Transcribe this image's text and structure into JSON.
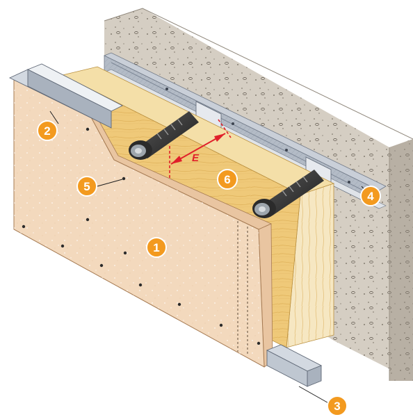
{
  "figure": {
    "callouts": [
      {
        "id": "1",
        "label": "1"
      },
      {
        "id": "2",
        "label": "2"
      },
      {
        "id": "3",
        "label": "3"
      },
      {
        "id": "4",
        "label": "4"
      },
      {
        "id": "5",
        "label": "5"
      },
      {
        "id": "6",
        "label": "6"
      }
    ],
    "dimension_label": "E"
  },
  "colors": {
    "callout_fill": "#f39a1f",
    "dimension_red": "#e0202a",
    "concrete": "#cfc8bd",
    "board": "#f4dcc3",
    "insulation": "#f1d38f",
    "rail": "#b9c1cc"
  }
}
